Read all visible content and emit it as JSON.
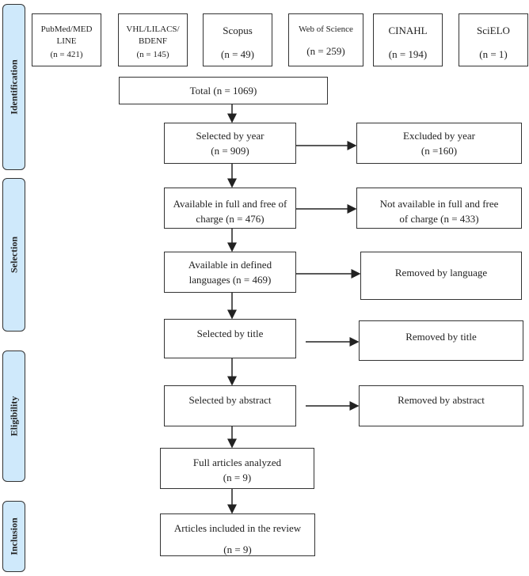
{
  "stages": [
    "Identification",
    "Selection",
    "Eligibility",
    "Inclusion"
  ],
  "sources": [
    {
      "name": "PubMed/MED LINE",
      "n": "(n = 421)"
    },
    {
      "name": "VHL/LILACS/ BDENF",
      "n": "(n = 145)"
    },
    {
      "name": "Scopus",
      "n": "(n = 49)"
    },
    {
      "name": "Web of Science",
      "n": "(n = 259)"
    },
    {
      "name": "CINAHL",
      "n": "(n = 194)"
    },
    {
      "name": "SciELO",
      "n": "(n = 1)"
    }
  ],
  "total": "Total (n = 1069)",
  "main": [
    {
      "l1": "Selected by year",
      "l2": "(n = 909)"
    },
    {
      "l1": "Available in full and free of",
      "l2": "charge (n = 476)"
    },
    {
      "l1": "Available in defined",
      "l2": "languages (n = 469)"
    },
    {
      "l1": "Selected by title",
      "l2": ""
    },
    {
      "l1": "Selected by abstract",
      "l2": ""
    },
    {
      "l1": "Full articles analyzed",
      "l2": "(n = 9)"
    },
    {
      "l1": "Articles included in the review",
      "l2": "(n = 9)"
    }
  ],
  "excluded": [
    {
      "l1": "Excluded by year",
      "l2": "(n =160)"
    },
    {
      "l1": "Not available in full and free",
      "l2": "of charge (n = 433)"
    },
    {
      "l1": "Removed by language",
      "l2": ""
    },
    {
      "l1": "Removed by title",
      "l2": ""
    },
    {
      "l1": "Removed by abstract",
      "l2": ""
    }
  ],
  "colors": {
    "stage_fill": "#cfe9fb",
    "stroke": "#333333"
  }
}
